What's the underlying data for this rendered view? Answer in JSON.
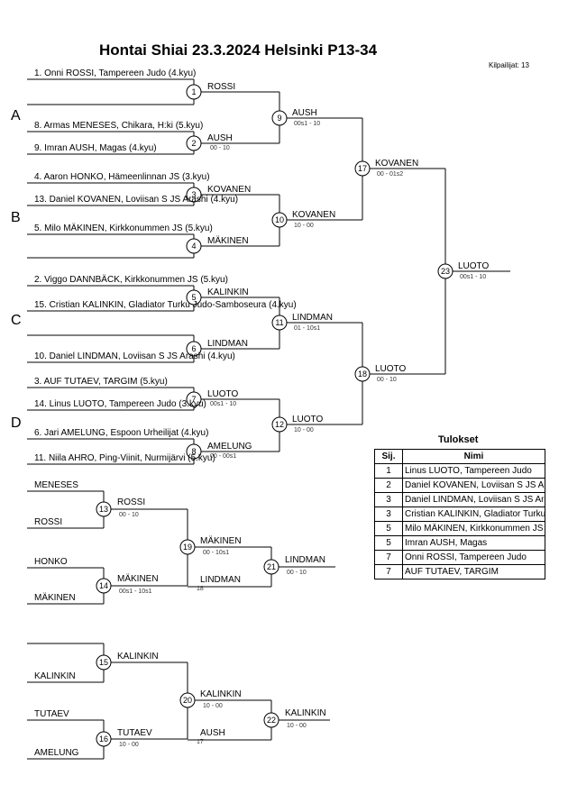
{
  "header": {
    "title": "Hontai Shiai  23.3.2024  Helsinki   P13-34",
    "participants": "Kilpailijat: 13"
  },
  "pools": [
    "A",
    "B",
    "C",
    "D"
  ],
  "players": [
    "1. Onni ROSSI, Tampereen Judo (4.kyu)",
    "8. Armas MENESES, Chikara, H:ki (5.kyu)",
    "9. Imran AUSH, Magas (4.kyu)",
    "4. Aaron HONKO, Hämeenlinnan JS (3.kyu)",
    "13. Daniel KOVANEN, Loviisan S JS Arashi (4.kyu)",
    "5. Milo MÄKINEN, Kirkkonummen JS (5.kyu)",
    "2. Viggo DANNBÄCK, Kirkkonummen JS (5.kyu)",
    "15. Cristian KALINKIN, Gladiator Turku Judo-Samboseura (4.kyu)",
    "10. Daniel LINDMAN, Loviisan S JS Arashi (4.kyu)",
    "3. AUF TUTAEV, TARGIM (5.kyu)",
    "14. Linus LUOTO, Tampereen Judo (3.kyu)",
    "6. Jari AMELUNG, Espoon Urheilijat (4.kyu)",
    "11. Niila AHRO, Ping-Viinit, Nurmijärvi (5.kyu)"
  ],
  "main_matches": [
    {
      "num": "1",
      "winner": "ROSSI",
      "score": ""
    },
    {
      "num": "2",
      "winner": "AUSH",
      "score": "00 - 10"
    },
    {
      "num": "3",
      "winner": "KOVANEN",
      "score": ""
    },
    {
      "num": "4",
      "winner": "MÄKINEN",
      "score": ""
    },
    {
      "num": "5",
      "winner": "KALINKIN",
      "score": ""
    },
    {
      "num": "6",
      "winner": "LINDMAN",
      "score": ""
    },
    {
      "num": "7",
      "winner": "LUOTO",
      "score": "00s1 - 10"
    },
    {
      "num": "8",
      "winner": "AMELUNG",
      "score": "00 - 00s1"
    },
    {
      "num": "9",
      "winner": "AUSH",
      "score": "00s1 - 10"
    },
    {
      "num": "10",
      "winner": "KOVANEN",
      "score": "10 - 00"
    },
    {
      "num": "11",
      "winner": "LINDMAN",
      "score": "01 - 10s1"
    },
    {
      "num": "12",
      "winner": "LUOTO",
      "score": "10 - 00"
    },
    {
      "num": "17",
      "winner": "KOVANEN",
      "score": "00 - 01s2"
    },
    {
      "num": "18",
      "winner": "LUOTO",
      "score": "00 - 10"
    },
    {
      "num": "23",
      "winner": "LUOTO",
      "score": "00s1 - 10"
    }
  ],
  "repechage_1": {
    "entries": [
      "MENESES",
      "ROSSI",
      "HONKO",
      "MÄKINEN"
    ],
    "matches": [
      {
        "num": "13",
        "winner": "ROSSI",
        "score": "00 - 10"
      },
      {
        "num": "14",
        "winner": "MÄKINEN",
        "score": "00s1 - 10s1"
      },
      {
        "num": "19",
        "winner": "MÄKINEN",
        "score": "00 - 10s1"
      },
      {
        "num": "21",
        "winner": "LINDMAN",
        "score": "00 - 10"
      }
    ],
    "drop_in": "LINDMAN",
    "drop_in_ref": "18"
  },
  "repechage_2": {
    "entries": [
      "KALINKIN",
      "TUTAEV",
      "AMELUNG"
    ],
    "matches": [
      {
        "num": "15",
        "winner": "KALINKIN",
        "score": ""
      },
      {
        "num": "16",
        "winner": "TUTAEV",
        "score": "10 - 00"
      },
      {
        "num": "20",
        "winner": "KALINKIN",
        "score": "10 - 00"
      },
      {
        "num": "22",
        "winner": "KALINKIN",
        "score": "10 - 00"
      }
    ],
    "drop_in": "AUSH",
    "drop_in_ref": "17"
  },
  "results": {
    "title": "Tulokset",
    "headers": [
      "Sij.",
      "Nimi"
    ],
    "rows": [
      [
        "1",
        "Linus LUOTO, Tampereen Judo"
      ],
      [
        "2",
        "Daniel KOVANEN, Loviisan S JS Arashi"
      ],
      [
        "3",
        "Daniel LINDMAN, Loviisan S JS Arashi"
      ],
      [
        "3",
        "Cristian KALINKIN, Gladiator Turku Judo-Samboseura"
      ],
      [
        "5",
        "Milo MÄKINEN, Kirkkonummen JS"
      ],
      [
        "5",
        "Imran AUSH, Magas"
      ],
      [
        "7",
        "Onni ROSSI, Tampereen Judo"
      ],
      [
        "7",
        "AUF TUTAEV, TARGIM"
      ]
    ]
  }
}
